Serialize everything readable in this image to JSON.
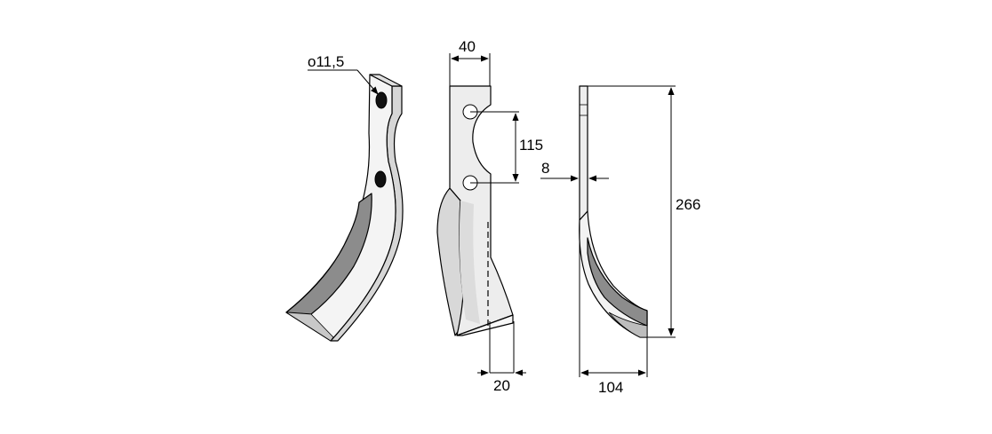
{
  "dimensions": {
    "hole_diameter": "o11,5",
    "width_top": "40",
    "hole_spacing": "115",
    "thickness": "8",
    "height": "266",
    "shank_offset": "20",
    "blade_reach": "104"
  },
  "colors": {
    "blade_fill": "#e8e8e8",
    "blade_face": "#f6f6f6",
    "bevel": "#8c8c8c",
    "bevel_light": "#b8b8b8",
    "line": "#000000"
  }
}
